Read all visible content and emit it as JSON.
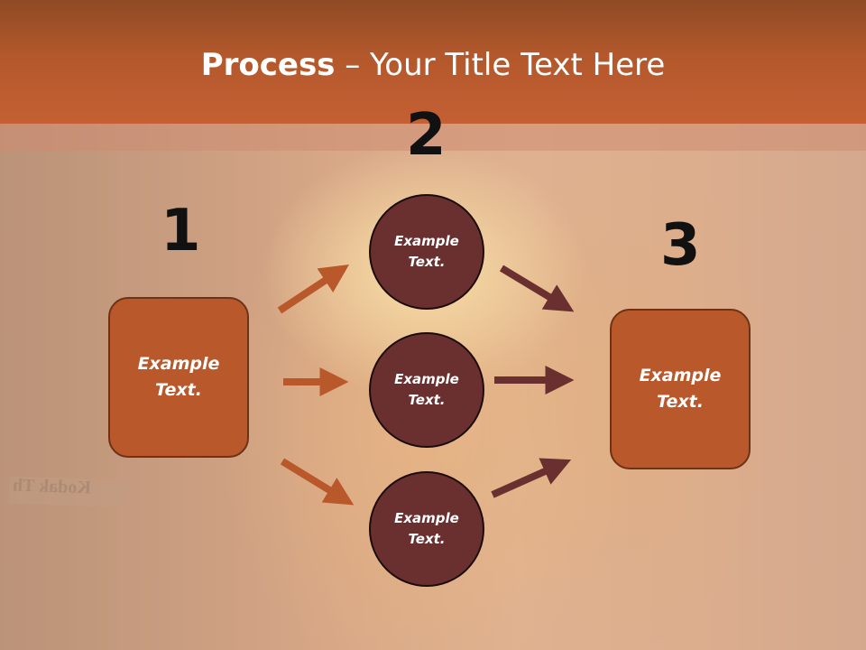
{
  "title": {
    "bold": "Process",
    "rest": " – Your Title Text Here"
  },
  "step_numbers": [
    "1",
    "2",
    "3"
  ],
  "left_box": {
    "label": "Example\nText."
  },
  "right_box": {
    "label": "Example\nText."
  },
  "circles": [
    {
      "label": "Example\nText."
    },
    {
      "label": "Example\nText."
    },
    {
      "label": "Example\nText."
    }
  ],
  "background_sign_text": "Kodak Th",
  "colors": {
    "title_band": "#b3582c",
    "box_fill": "#b9582a",
    "circle_fill": "#6a3030",
    "arrow_orange": "#b9582a",
    "arrow_brown": "#6a3030"
  }
}
